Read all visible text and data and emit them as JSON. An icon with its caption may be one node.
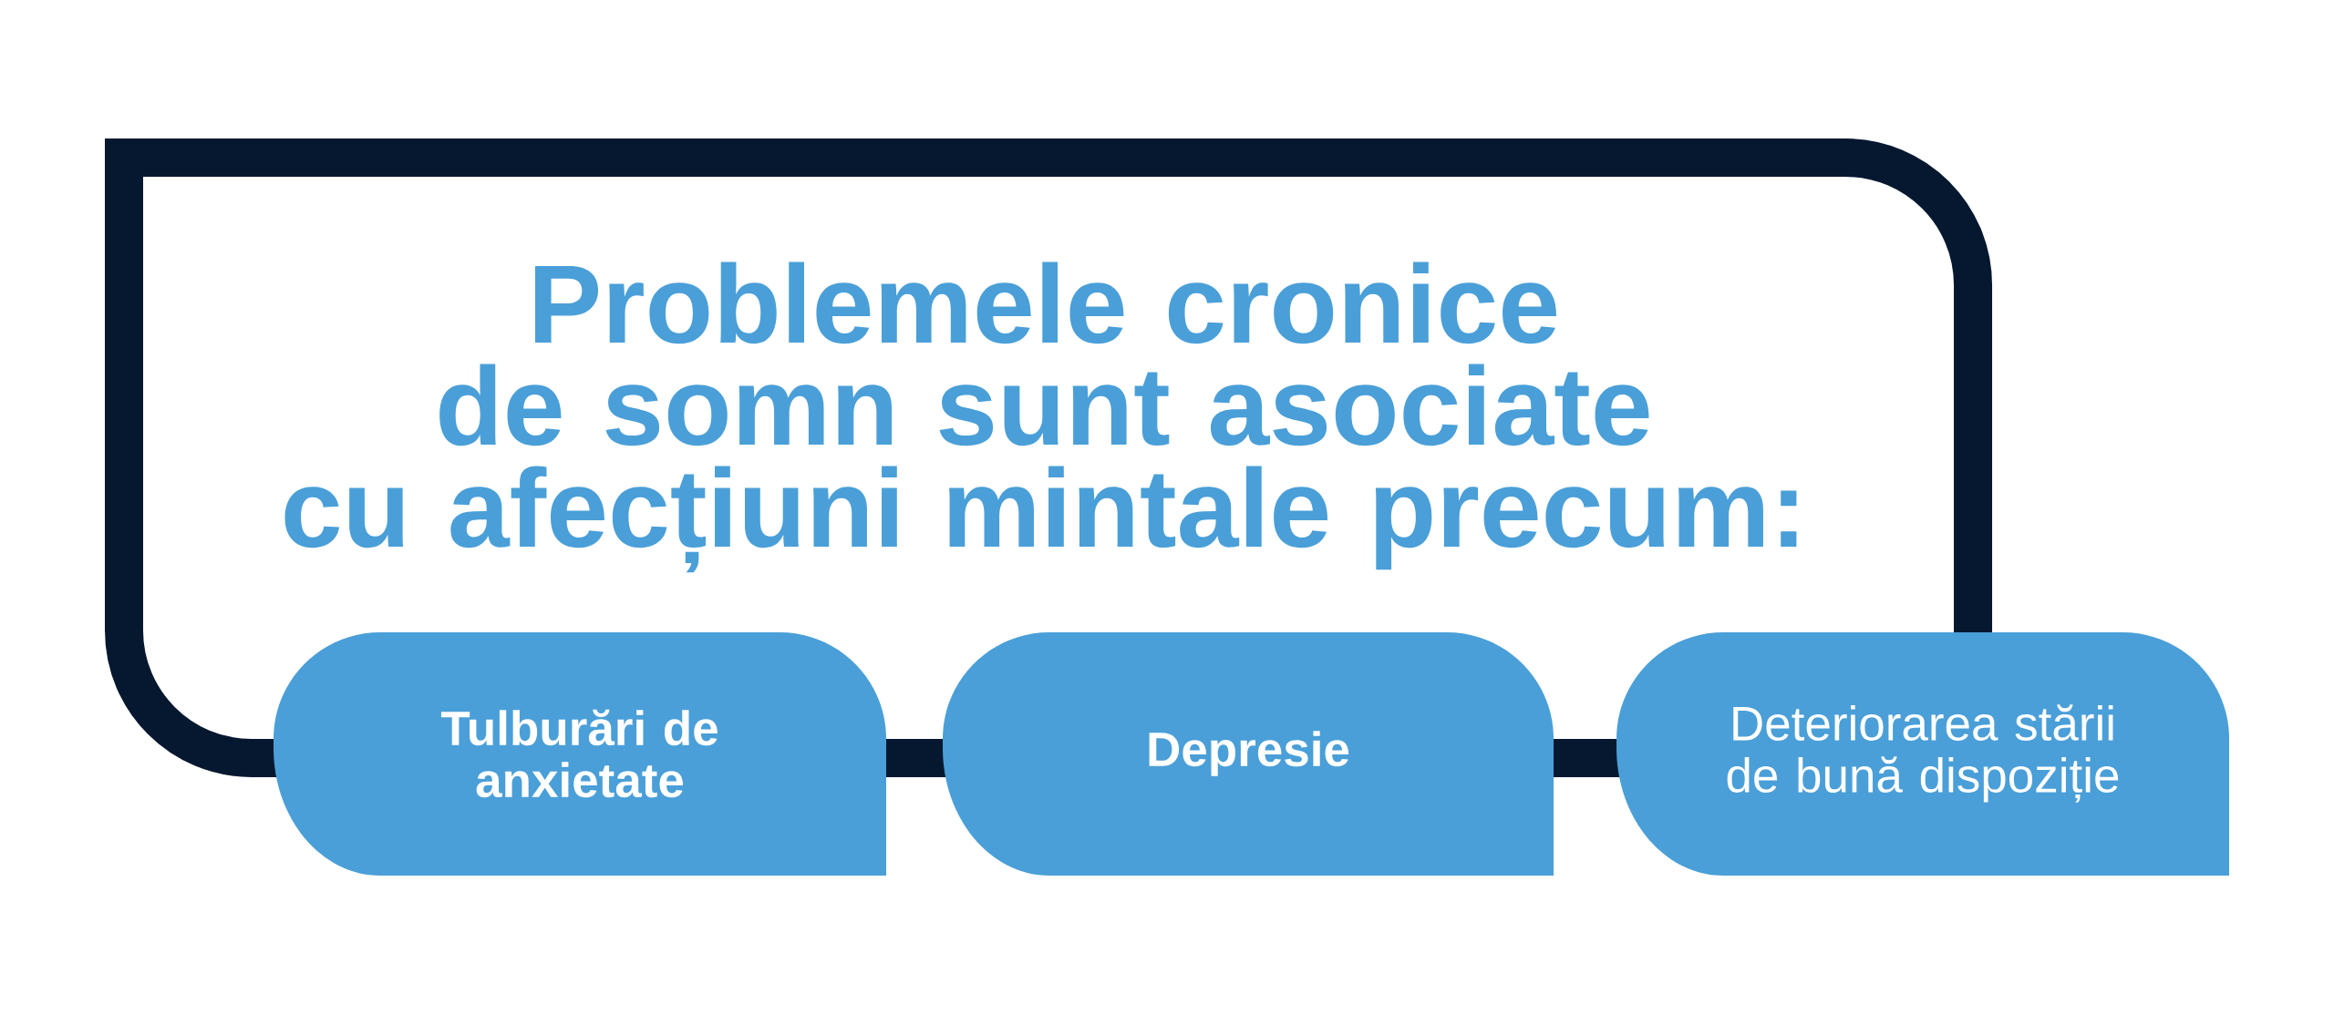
{
  "diagram": {
    "nodes": [
      {
        "text": [
          "Problemele cronice de somn sunt asociate cu afecțiuni mintale precum:"
        ]
      },
      {
        "text": [
          "Tulburări de anxietate"
        ]
      },
      {
        "text": [
          "Depresie"
        ]
      },
      {
        "text": [
          "Deteriorarea stării de bună dispoziție"
        ]
      }
    ]
  }
}
